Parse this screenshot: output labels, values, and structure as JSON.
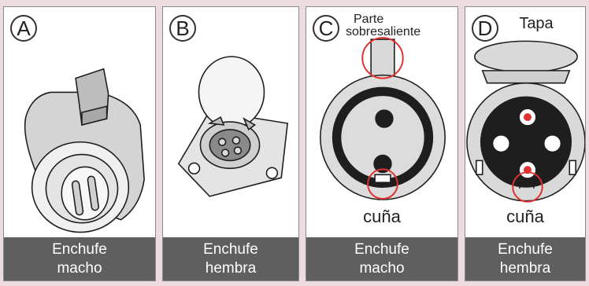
{
  "panels": [
    {
      "letter": "A",
      "caption_line1": "Enchufe",
      "caption_line2": "macho"
    },
    {
      "letter": "B",
      "caption_line1": "Enchufe",
      "caption_line2": "hembra"
    },
    {
      "letter": "C",
      "caption_line1": "Enchufe",
      "caption_line2": "macho",
      "top_label_line1": "Parte",
      "top_label_line2": "sobresaliente",
      "bottom_label": "cuña"
    },
    {
      "letter": "D",
      "caption_line1": "Enchufe",
      "caption_line2": "hembra",
      "top_label": "Tapa",
      "bottom_label": "cuña"
    }
  ],
  "colors": {
    "background": "#ecdcdf",
    "caption_bg": "#5f5f5f",
    "highlight": "#e03030",
    "dark": "#1e1e1e",
    "light": "#d9d9d9"
  }
}
